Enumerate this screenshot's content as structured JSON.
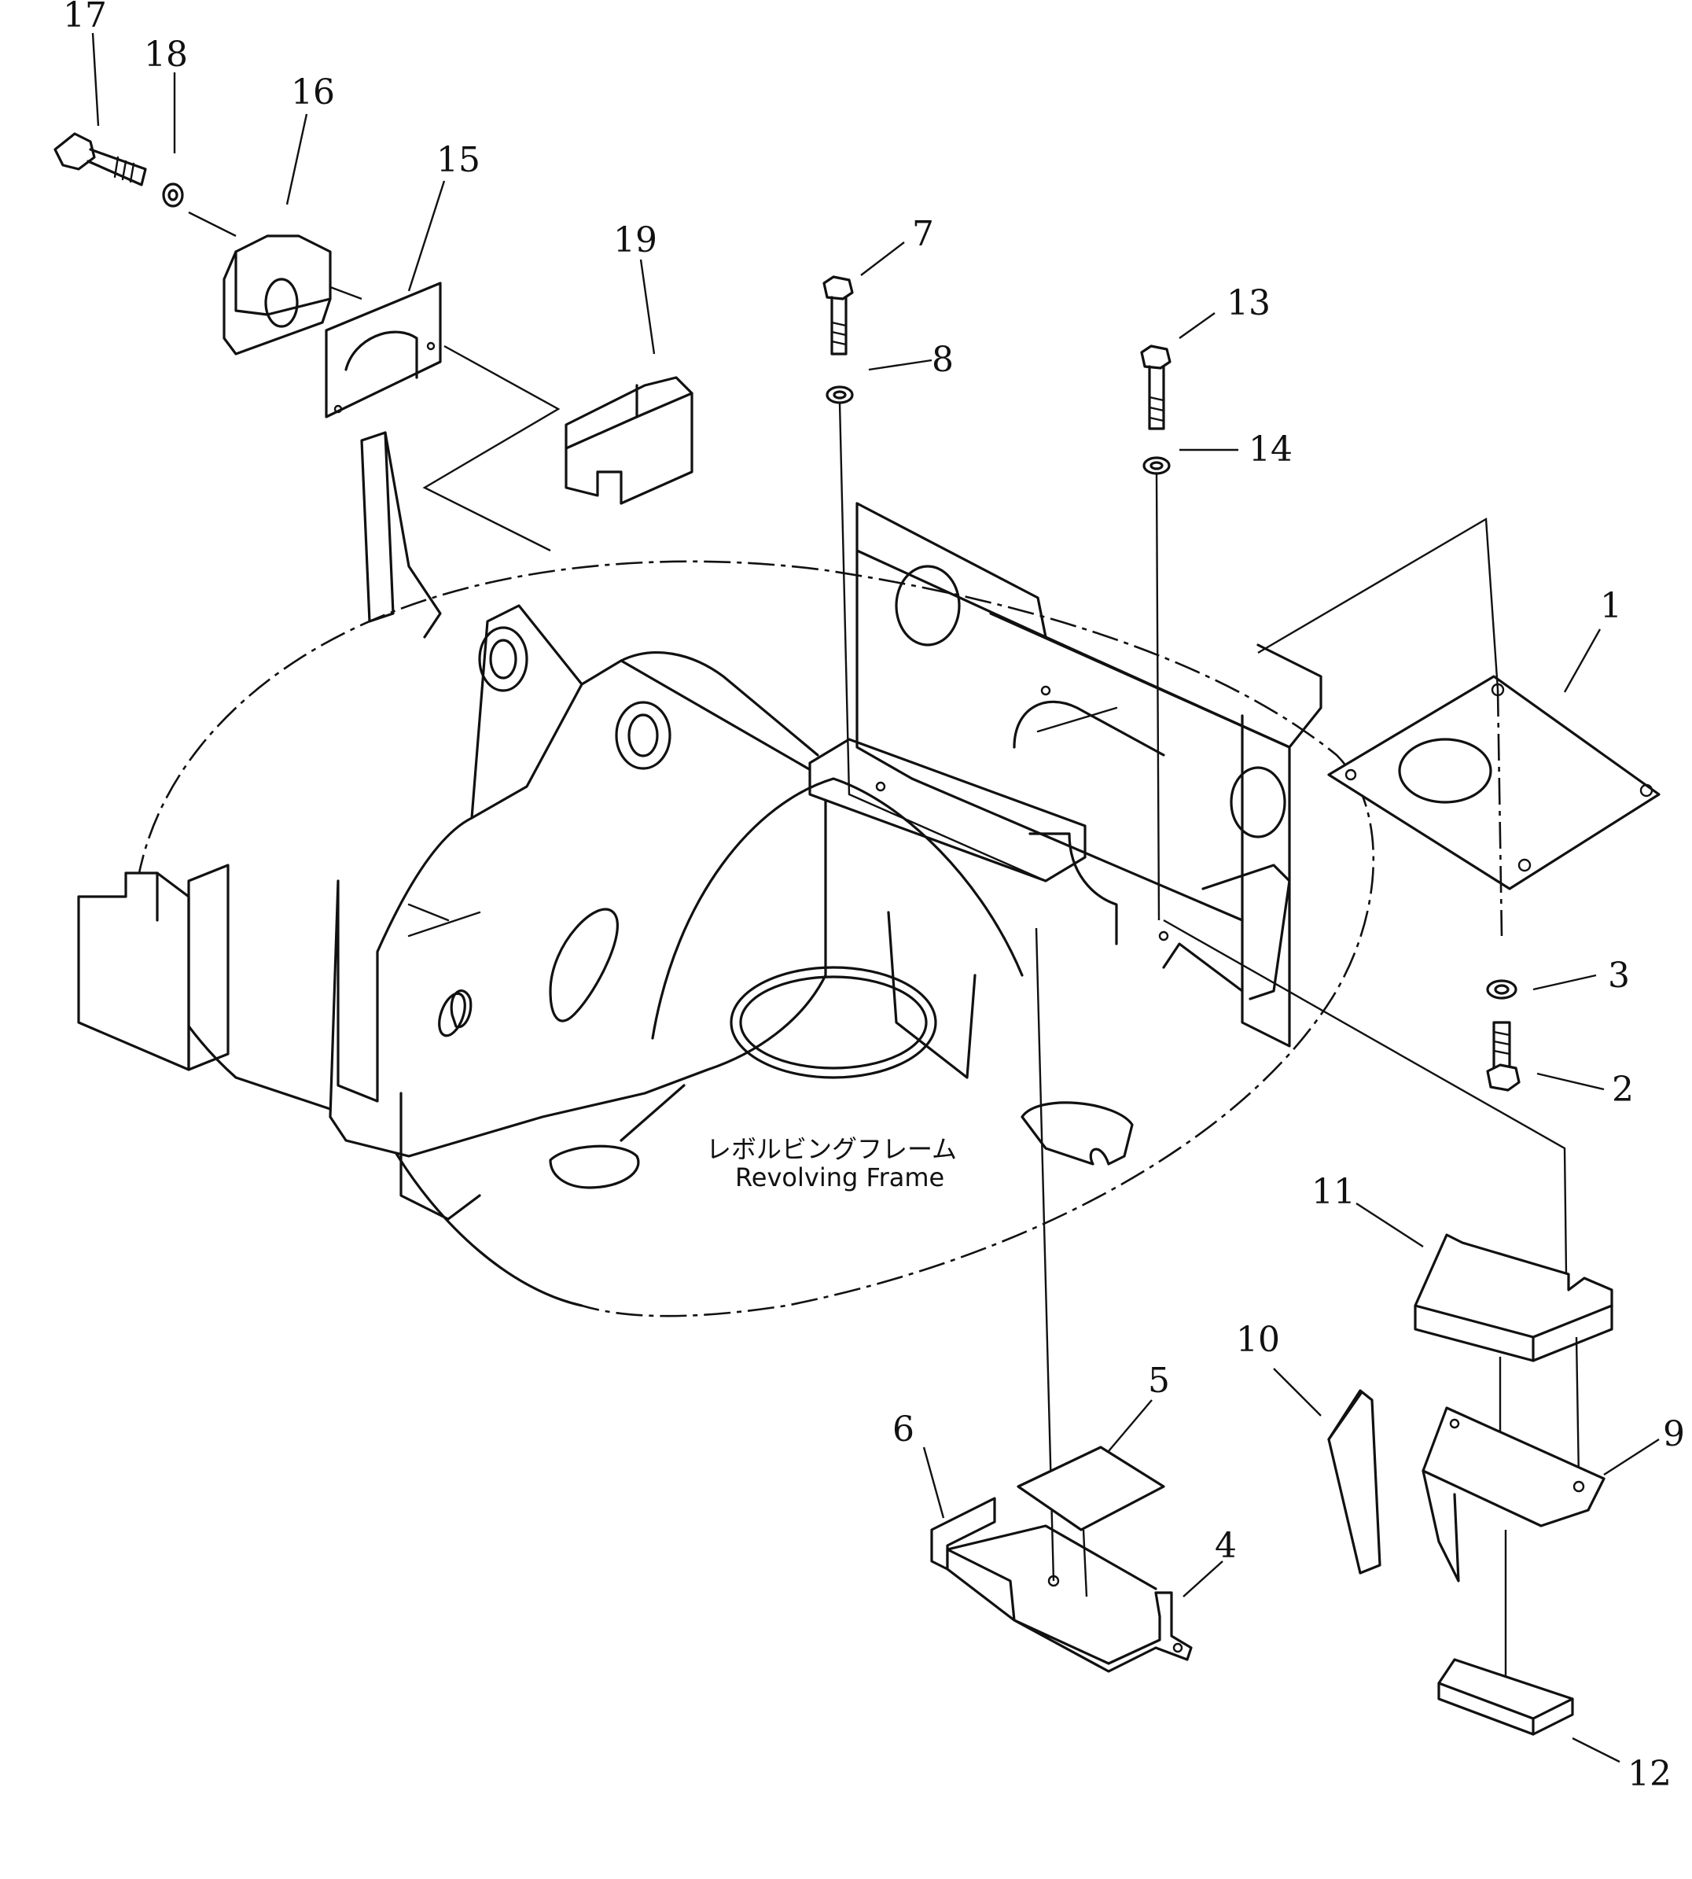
{
  "diagram": {
    "frame_label_jp": "レボルビングフレーム",
    "frame_label_en": "Revolving Frame",
    "parts": [
      {
        "id": "p1",
        "number": "1"
      },
      {
        "id": "p2",
        "number": "2"
      },
      {
        "id": "p3",
        "number": "3"
      },
      {
        "id": "p4",
        "number": "4"
      },
      {
        "id": "p5",
        "number": "5"
      },
      {
        "id": "p6",
        "number": "6"
      },
      {
        "id": "p7",
        "number": "7"
      },
      {
        "id": "p8",
        "number": "8"
      },
      {
        "id": "p9",
        "number": "9"
      },
      {
        "id": "p10",
        "number": "10"
      },
      {
        "id": "p11",
        "number": "11"
      },
      {
        "id": "p12",
        "number": "12"
      },
      {
        "id": "p13",
        "number": "13"
      },
      {
        "id": "p14",
        "number": "14"
      },
      {
        "id": "p15",
        "number": "15"
      },
      {
        "id": "p16",
        "number": "16"
      },
      {
        "id": "p17",
        "number": "17"
      },
      {
        "id": "p18",
        "number": "18"
      },
      {
        "id": "p19",
        "number": "19"
      }
    ]
  }
}
